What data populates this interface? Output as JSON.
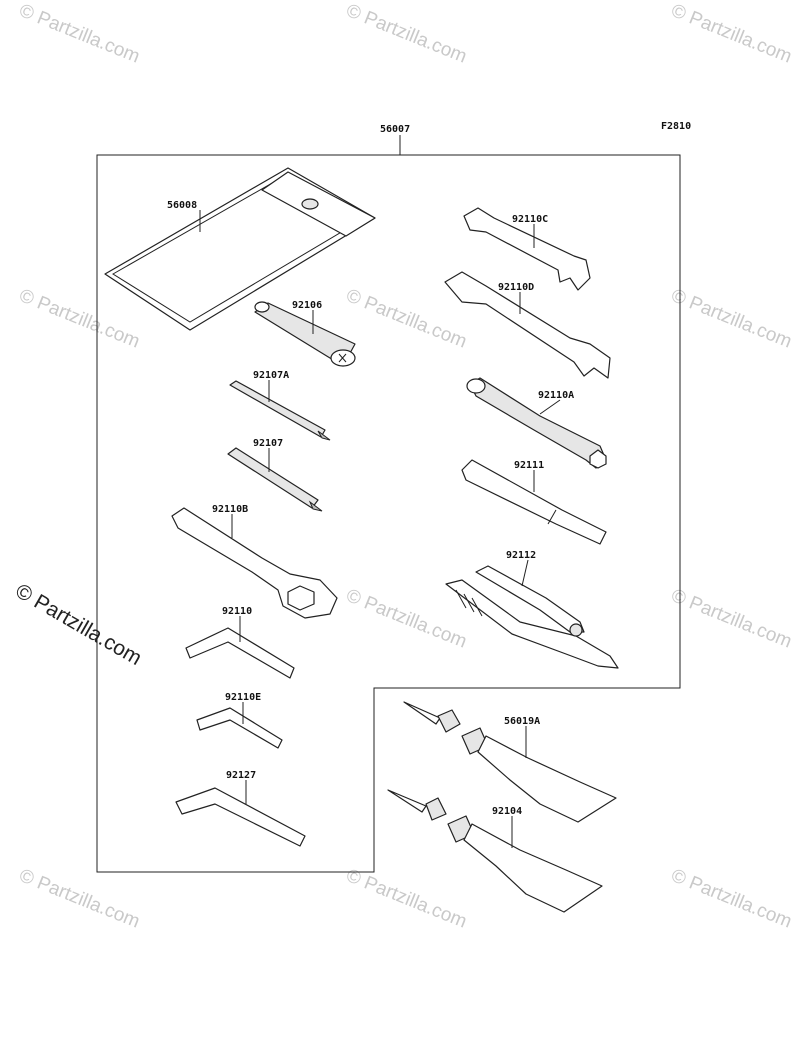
{
  "figure_code": "F2810",
  "kit_part": "56007",
  "watermarks": {
    "text": "© Partzilla.com",
    "color": "#c9c9c9",
    "strong_color": "#222222"
  },
  "parts": [
    {
      "id": "56008",
      "name": "tool-bag"
    },
    {
      "id": "92106",
      "name": "socket-adapter"
    },
    {
      "id": "92107A",
      "name": "screwdriver-bit-a"
    },
    {
      "id": "92107",
      "name": "screwdriver-bit"
    },
    {
      "id": "92110B",
      "name": "box-wrench"
    },
    {
      "id": "92110",
      "name": "hex-key-large"
    },
    {
      "id": "92110E",
      "name": "hex-key-small"
    },
    {
      "id": "92127",
      "name": "hex-key-medium"
    },
    {
      "id": "92110C",
      "name": "open-wrench-small"
    },
    {
      "id": "92110D",
      "name": "open-wrench-large"
    },
    {
      "id": "92110A",
      "name": "plug-wrench"
    },
    {
      "id": "92111",
      "name": "screwdriver-handle"
    },
    {
      "id": "92112",
      "name": "pliers"
    },
    {
      "id": "56019A",
      "name": "grease-tube"
    },
    {
      "id": "92104",
      "name": "sealant-tube"
    }
  ]
}
